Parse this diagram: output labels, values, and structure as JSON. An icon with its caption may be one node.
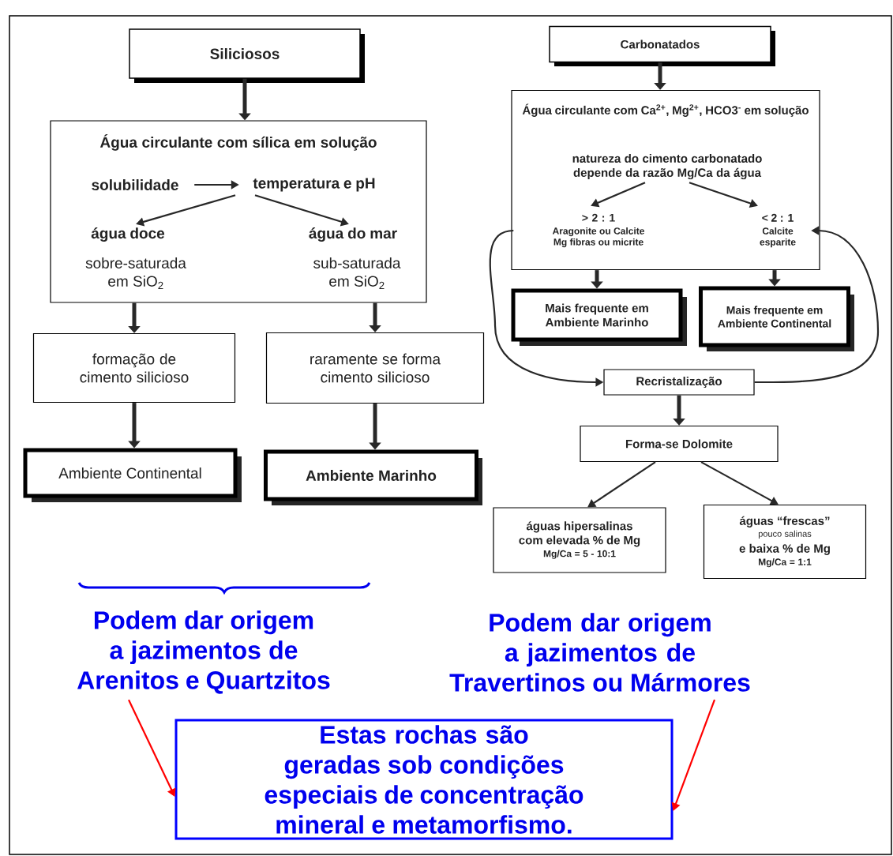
{
  "diagram": {
    "nodes": [
      {
        "text": [
          "Siliciosos"
        ]
      },
      {
        "text": [
          "Água circulante com sílica em solução"
        ]
      },
      {
        "text": [
          "solubilidade"
        ],
        "in": 1
      },
      {
        "text": [
          "temperatura e pH"
        ],
        "in": 1
      },
      {
        "text": [
          "água doce"
        ],
        "beside": [
          "sobre-saturada em SiO$_{2}$"
        ],
        "in": 1
      },
      {
        "text": [
          "água do mar"
        ],
        "beside": [
          "sub-saturada em SiO$_{2}$"
        ],
        "in": 1
      },
      {
        "text": [
          "formação de cimento silicioso"
        ]
      },
      {
        "text": [
          "raramente se forma cimento silicioso"
        ]
      },
      {
        "text": [
          "Ambiente Continental"
        ]
      },
      {
        "text": [
          "Ambiente Marinho"
        ]
      },
      {
        "text": [
          "Carbonatados"
        ]
      },
      {
        "text": [
          "Água circulante com Ca$^{2+}$, Mg$^{2+}$, HCO3$^{-}$ em solução"
        ]
      },
      {
        "text": [
          "natureza do cimento carbonatado depende da razão Mg/Ca da água"
        ],
        "in": 11
      },
      {
        "text": [
          "> 2 : 1",
          "Aragonite ou Calcite Mg fibras ou micrite"
        ],
        "in": 11
      },
      {
        "text": [
          "< 2 : 1",
          "Calcite esparite"
        ],
        "in": 11
      },
      {
        "text": [
          "Mais frequente em Ambiente Marinho"
        ]
      },
      {
        "text": [
          "Mais frequente em Ambiente Continental"
        ]
      },
      {
        "text": [
          "Recristalização"
        ]
      },
      {
        "text": [
          "Forma-se Dolomite"
        ]
      },
      {
        "text": [
          "águas hipersalinas com elevada % de Mg",
          "Mg/Ca = 5 - 10:1"
        ]
      },
      {
        "text": [
          "águas “frescas”",
          "pouco salinas",
          "e baixa % de Mg",
          "Mg/Ca = 1:1"
        ]
      },
      {
        "text": [
          "Podem dar origem a jazimentos de Arenitos e Quartzitos"
        ]
      },
      {
        "text": [
          "Podem dar origem a jazimentos de Travertinos ou Mármores"
        ]
      },
      {
        "text": [
          "Estas rochas são geradas sob condições especiais de concentração mineral e metamorfismo."
        ]
      }
    ],
    "edges": [
      {
        "from": 0,
        "to": 1,
        "arrow": "to",
        "style": "thick"
      },
      {
        "from": 2,
        "to": 3,
        "arrow": "to"
      },
      {
        "from": 3,
        "to": 4,
        "arrow": "to"
      },
      {
        "from": 3,
        "to": 5,
        "arrow": "to"
      },
      {
        "from": 1,
        "to": 6,
        "arrow": "to",
        "style": "thick"
      },
      {
        "from": 1,
        "to": 7,
        "arrow": "to",
        "style": "thick"
      },
      {
        "from": 6,
        "to": 8,
        "arrow": "to",
        "style": "thick"
      },
      {
        "from": 7,
        "to": 9,
        "arrow": "to",
        "style": "thick"
      },
      {
        "from": 10,
        "to": 11,
        "arrow": "to",
        "style": "thick"
      },
      {
        "from": 12,
        "to": 13,
        "arrow": "to"
      },
      {
        "from": 12,
        "to": 14,
        "arrow": "to"
      },
      {
        "from": 11,
        "to": 15,
        "arrow": "to",
        "style": "thick"
      },
      {
        "from": 11,
        "to": 16,
        "arrow": "to",
        "style": "thick"
      },
      {
        "from": 13,
        "to": 17,
        "arrow": "to"
      },
      {
        "from": 17,
        "to": 14,
        "arrow": "to"
      },
      {
        "from": 17,
        "to": 18,
        "arrow": "to",
        "style": "thick"
      },
      {
        "from": 18,
        "to": 19,
        "arrow": "to"
      },
      {
        "from": 18,
        "to": 20,
        "arrow": "to"
      },
      {
        "from": 21,
        "to": 23,
        "arrow": "to",
        "color": "#ff0000"
      },
      {
        "from": 22,
        "to": 23,
        "arrow": "to",
        "color": "#ff0000"
      }
    ]
  }
}
